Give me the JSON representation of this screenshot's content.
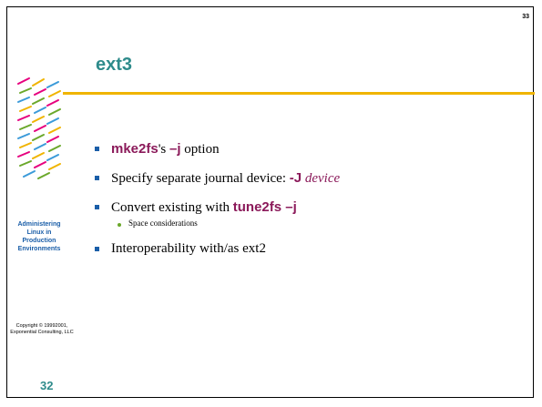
{
  "slide": {
    "page_number_top": "33",
    "title": "ext3",
    "sidebar_text": [
      "Administering",
      "Linux in",
      "Production",
      "Environments"
    ],
    "copyright": [
      "Copyright © 19992001,",
      "Exponential Consulting, LLC"
    ],
    "slide_number": "32"
  },
  "bullets": [
    {
      "cmd": "mke2fs",
      "mid": "'s ",
      "cmd2": "–j",
      "rest": " option"
    },
    {
      "text": "Specify separate journal device: ",
      "cmd": "-J",
      "device": "device"
    },
    {
      "text": "Convert existing with ",
      "cmd": "tune2fs –j"
    },
    {
      "text": "Space considerations"
    },
    {
      "text": "Interoperability with/as ext2"
    }
  ],
  "colors": {
    "title": "#2e8b8b",
    "rule": "#f0b400",
    "bullet": "#1a5ea8",
    "command": "#8b1a5a",
    "sub_bullet": "#6aa82a"
  }
}
